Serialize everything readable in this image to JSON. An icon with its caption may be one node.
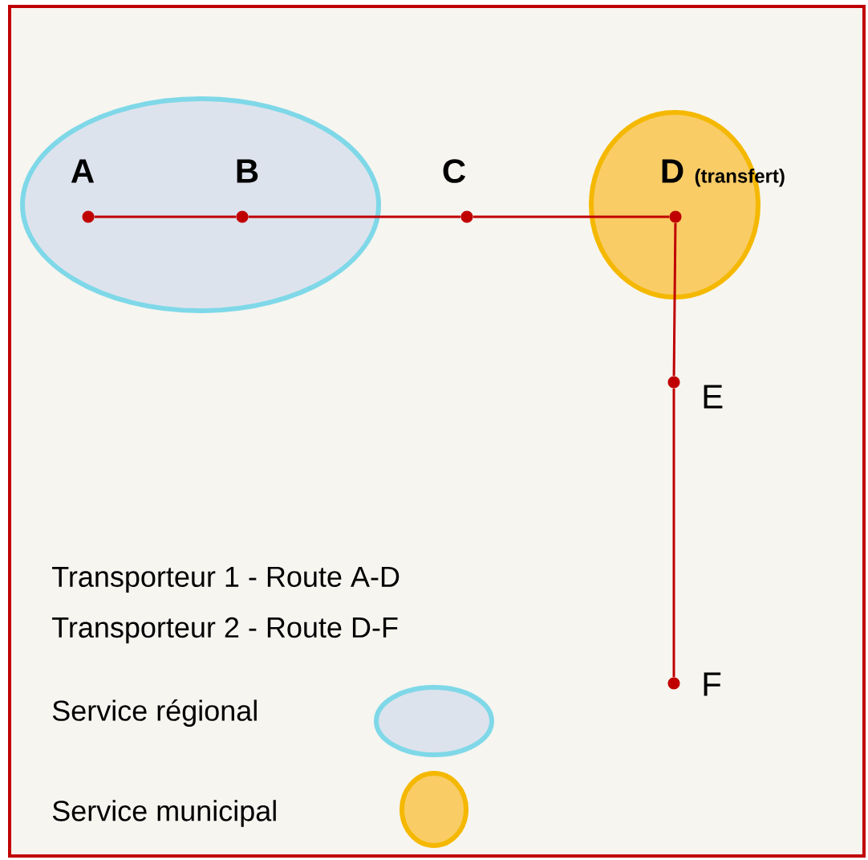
{
  "diagram": {
    "nodes": [
      {
        "text": [],
        "shape": "ellipse"
      },
      {
        "text": [],
        "shape": "circle"
      },
      {
        "text": [],
        "shape": "circle",
        "beside": [
          "A"
        ],
        "in": 0
      },
      {
        "text": [],
        "shape": "circle",
        "beside": [
          "B"
        ],
        "in": 0
      },
      {
        "text": [],
        "shape": "circle",
        "beside": [
          "C"
        ]
      },
      {
        "text": [],
        "shape": "circle",
        "beside": [
          "D",
          "(transfert)"
        ],
        "in": 1
      },
      {
        "text": [],
        "shape": "circle",
        "beside": [
          "E"
        ]
      },
      {
        "text": [],
        "shape": "circle",
        "beside": [
          "F"
        ]
      }
    ],
    "edges": [
      {
        "from": 2,
        "to": 3,
        "arrow": "none"
      },
      {
        "from": 3,
        "to": 4,
        "arrow": "none"
      },
      {
        "from": 4,
        "to": 5,
        "arrow": "none"
      },
      {
        "from": 5,
        "to": 6,
        "arrow": "none"
      },
      {
        "from": 6,
        "to": 7,
        "arrow": "none"
      }
    ],
    "labels": [
      "Transporteur 1 - Route A-D",
      "Transporteur 2 - Route D-F"
    ],
    "legend": [
      {
        "text": "Service régional",
        "color": "#dde3ed"
      },
      {
        "text": "Service municipal",
        "color": "#f9cc66"
      }
    ]
  }
}
